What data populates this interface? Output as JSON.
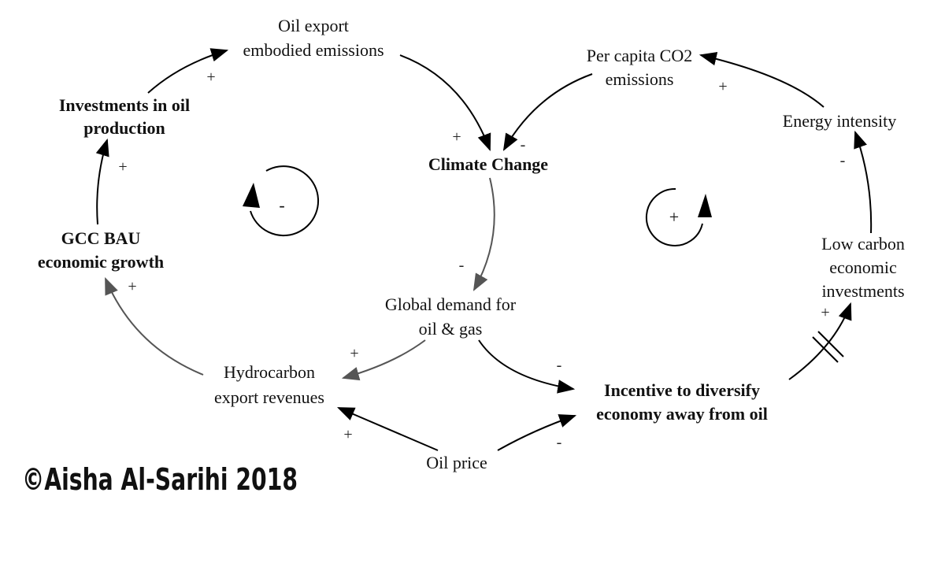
{
  "diagram": {
    "nodes": {
      "oil_export": {
        "line1": "Oil export",
        "line2": "embodied emissions"
      },
      "investments_oil": {
        "line1": "Investments in oil",
        "line2": "production"
      },
      "climate_change": {
        "line1": "Climate Change",
        "color": "#1010e0"
      },
      "gcc_bau": {
        "line1": "GCC BAU",
        "line2": "economic growth",
        "color": "#e00000"
      },
      "global_demand": {
        "line1": "Global demand for",
        "line2": "oil & gas"
      },
      "hydrocarbon": {
        "line1": "Hydrocarbon",
        "line2": "export revenues"
      },
      "oil_price": {
        "line1": "Oil price"
      },
      "incentive": {
        "line1": "Incentive to diversify",
        "line2": "economy away from oil",
        "color": "#0a7a0a"
      },
      "per_capita": {
        "line1": "Per capita CO2",
        "line2": "emissions"
      },
      "energy_intensity": {
        "line1": "Energy intensity"
      },
      "low_carbon": {
        "line1": "Low carbon",
        "line2": "economic",
        "line3": "investments"
      }
    },
    "link_polarities": {
      "gcc_to_investments": "+",
      "investments_to_oil_export": "+",
      "oil_export_to_climate": "+",
      "per_capita_to_climate": "-",
      "climate_to_demand": "-",
      "demand_to_hydrocarbon": "+",
      "hydrocarbon_to_gcc": "+",
      "demand_to_incentive": "-",
      "oil_price_to_hydrocarbon": "+",
      "oil_price_to_incentive": "-",
      "incentive_to_low_carbon": "+",
      "low_carbon_to_energy": "-",
      "energy_to_per_capita": "+"
    },
    "loops": {
      "balancing": "-",
      "reinforcing": "+"
    },
    "copyright": "©Aisha Al-Sarihi 2018"
  }
}
